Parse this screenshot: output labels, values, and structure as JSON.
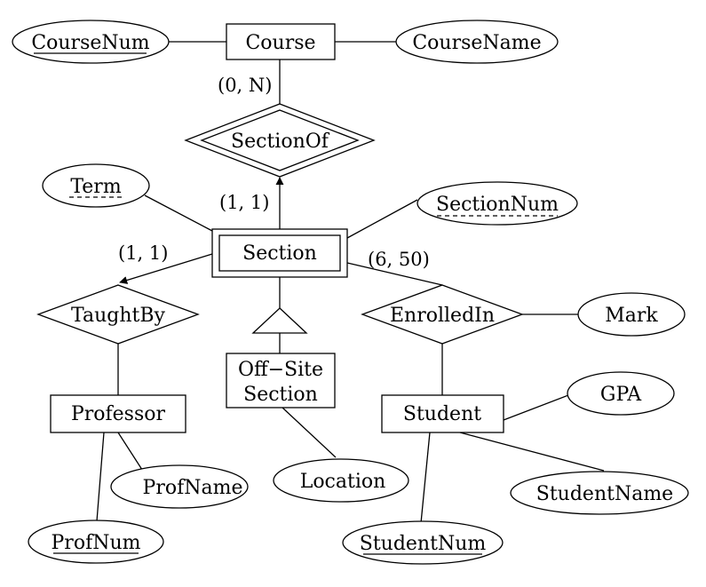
{
  "entities": {
    "course": "Course",
    "section": "Section",
    "professor": "Professor",
    "student": "Student",
    "offsite_line1": "Off−Site",
    "offsite_line2": "Section"
  },
  "relationships": {
    "section_of": "SectionOf",
    "taught_by": "TaughtBy",
    "enrolled_in": "EnrolledIn"
  },
  "attributes": {
    "course_num": "CourseNum",
    "course_name": "CourseName",
    "term": "Term",
    "section_num": "SectionNum",
    "mark": "Mark",
    "gpa": "GPA",
    "prof_name": "ProfName",
    "prof_num": "ProfNum",
    "location": "Location",
    "student_name": "StudentName",
    "student_num": "StudentNum"
  },
  "cardinalities": {
    "course_section_of": "(0, N)",
    "section_section_of": "(1, 1)",
    "section_taught_by": "(1, 1)",
    "section_enrolled_in": "(6, 50)"
  }
}
